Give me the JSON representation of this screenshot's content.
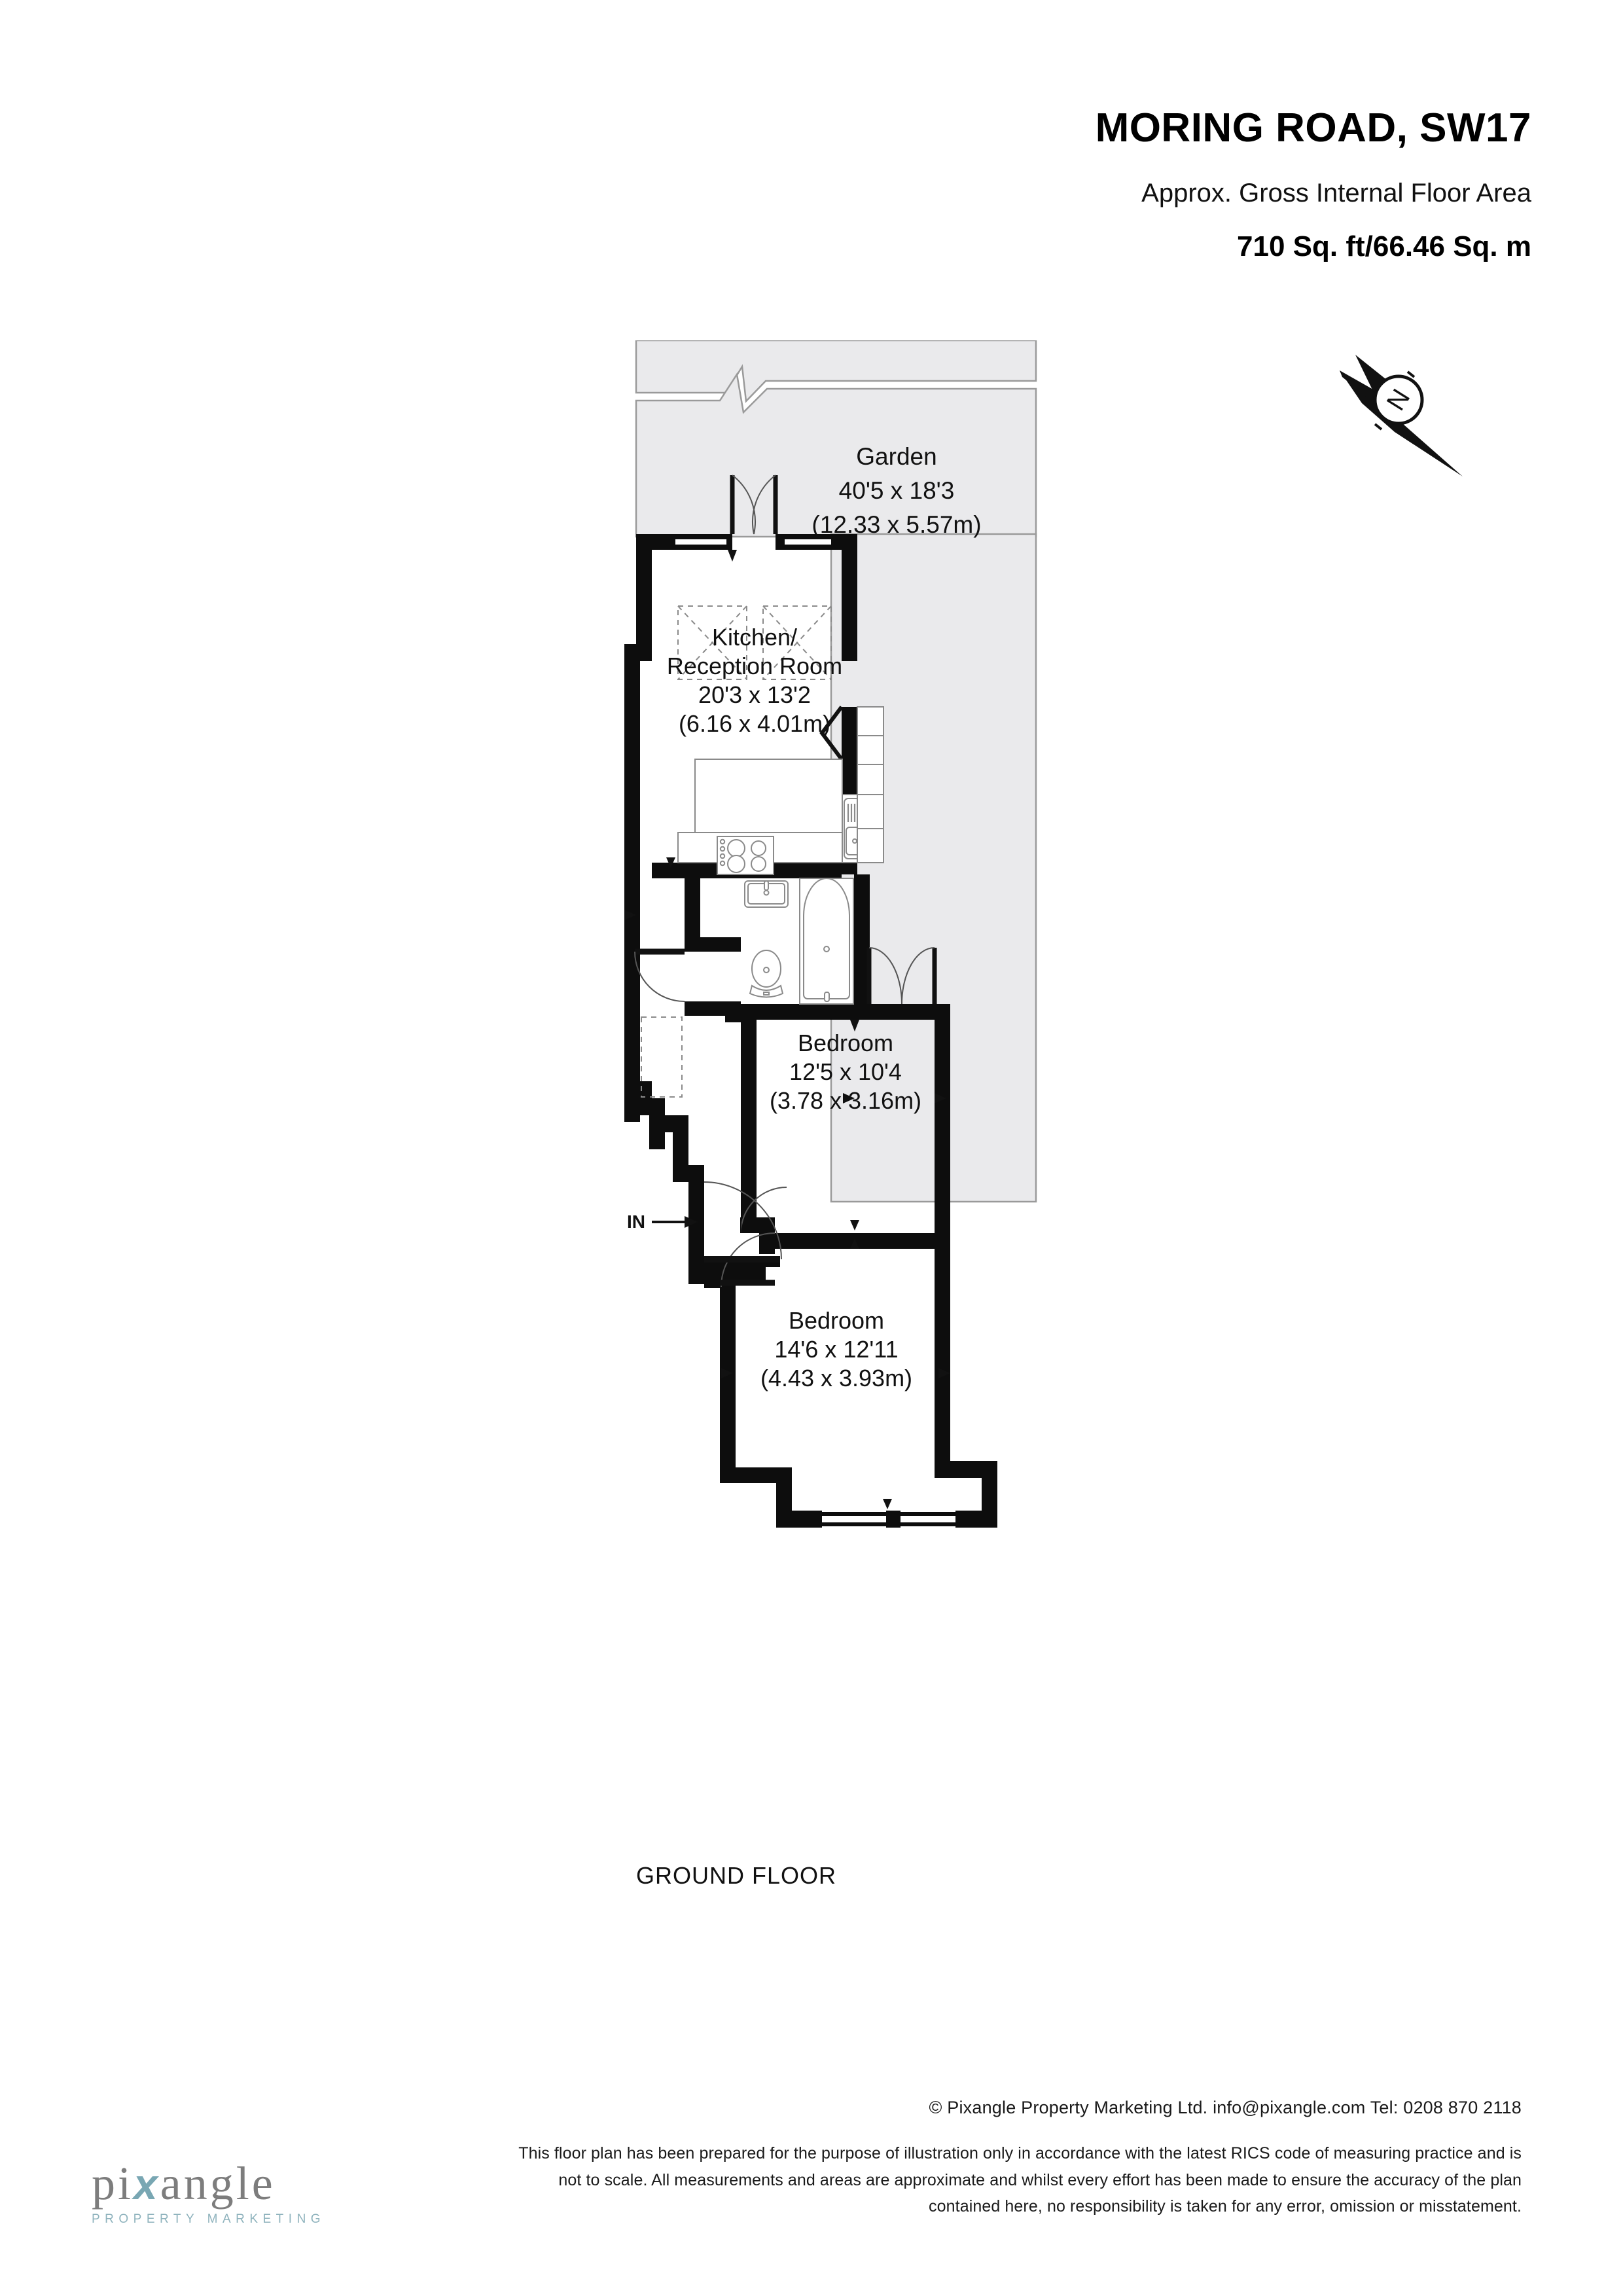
{
  "header": {
    "title": "MORING ROAD, SW17",
    "subtitle": "Approx. Gross Internal Floor Area",
    "area": "710 Sq. ft/66.46 Sq. m"
  },
  "compass": {
    "label": "N",
    "name": "north-arrow"
  },
  "plan": {
    "floor_label": "GROUND FLOOR",
    "entrance_label": "IN",
    "rooms": [
      {
        "id": "garden",
        "name": "Garden",
        "dims_imperial": "40'5 x 18'3",
        "dims_metric": "(12.33 x 5.57m)"
      },
      {
        "id": "kitchen-reception",
        "name_line1": "Kitchen/",
        "name_line2": "Reception Room",
        "dims_imperial": "20'3 x 13'2",
        "dims_metric": "(6.16 x 4.01m)"
      },
      {
        "id": "bedroom-1",
        "name": "Bedroom",
        "dims_imperial": "12'5 x 10'4",
        "dims_metric": "(3.78 x 3.16m)"
      },
      {
        "id": "bedroom-2",
        "name": "Bedroom",
        "dims_imperial": "14'6 x 12'11",
        "dims_metric": "(4.43 x 3.93m)"
      }
    ]
  },
  "footer": {
    "copyright": "© Pixangle Property Marketing Ltd. info@pixangle.com Tel: 0208 870 2118",
    "disclaimer_line1": "This floor plan has been prepared for the purpose of illustration only in accordance with the latest RICS code of measuring practice and is",
    "disclaimer_line2": "not to scale. All measurements and areas are approximate and whilst every effort has been made to ensure the accuracy of the plan",
    "disclaimer_line3": "contained here, no responsibility is taken for any error, omission or misstatement."
  },
  "logo": {
    "word_before": "pi",
    "word_x": "x",
    "word_after": "angle",
    "tagline": "PROPERTY MARKETING"
  },
  "colors": {
    "wall": "#0d0d0d",
    "garden_fill": "#eaeaec",
    "garden_stroke": "#9a9a9a",
    "fixture_stroke": "#8a8a8a",
    "logo_grey": "#7d7d7d",
    "logo_teal": "#8fb3bd",
    "text": "#111111"
  }
}
